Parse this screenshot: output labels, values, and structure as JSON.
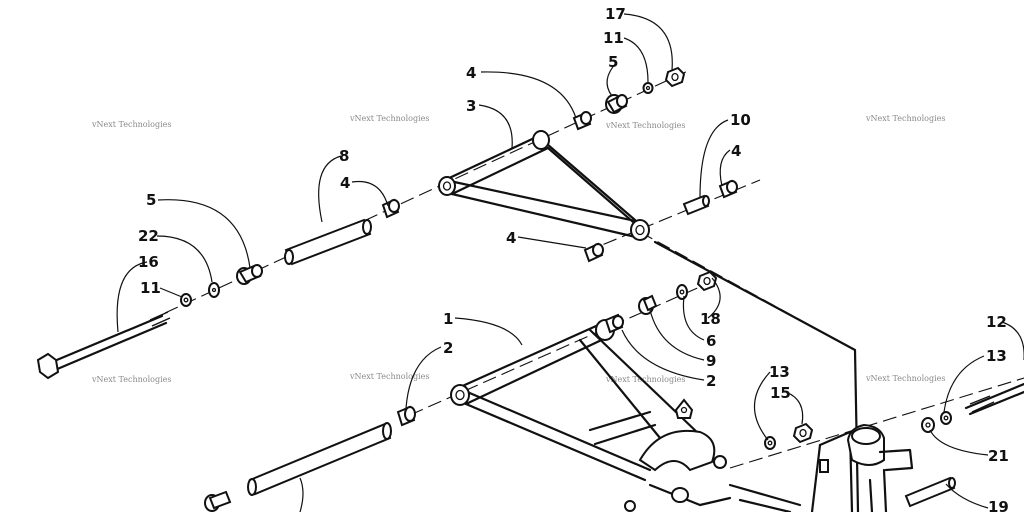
{
  "watermark": "vNext Technologies",
  "callouts": [
    "17",
    "11",
    "5",
    "4",
    "3",
    "10",
    "4",
    "8",
    "4",
    "5",
    "22",
    "16",
    "11",
    "4",
    "18",
    "6",
    "9",
    "2",
    "1",
    "2",
    "13",
    "15",
    "12",
    "13",
    "21",
    "19"
  ]
}
